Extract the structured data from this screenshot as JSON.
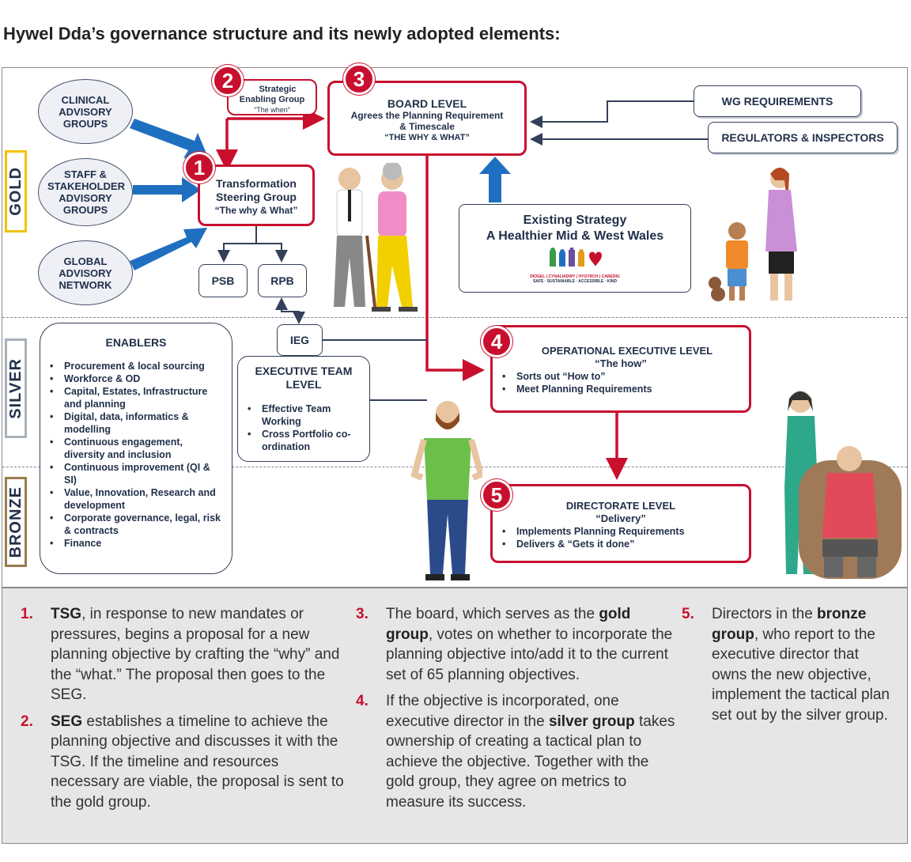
{
  "title": "Hywel Dda’s governance structure and its newly adopted elements:",
  "tiers": {
    "gold": "GOLD",
    "silver": "SILVER",
    "bronze": "BRONZE"
  },
  "colors": {
    "accent_red": "#c8102e",
    "arrow_blue": "#1f6fc0",
    "navy": "#22304a",
    "gold": "#f2c200",
    "silver": "#a9b2bc",
    "bronze": "#9a7d4e",
    "panel_gray": "#e6e6e6"
  },
  "advisory": {
    "clinical": "CLINICAL ADVISORY GROUPS",
    "staff": "STAFF & STAKEHOLDER ADVISORY GROUPS",
    "global": "GLOBAL ADVISORY NETWORK"
  },
  "seg": {
    "number": "2",
    "line1": "Strategic",
    "line2": "Enabling Group",
    "line3": "“The when”"
  },
  "board": {
    "number": "3",
    "line1": "BOARD LEVEL",
    "line2": "Agrees the Planning Requirement",
    "line3": "& Timescale",
    "line4": "“THE WHY & WHAT”"
  },
  "tsg": {
    "number": "1",
    "line1": "Transformation",
    "line2": "Steering Group",
    "line3": "“The why & What”"
  },
  "psb": "PSB",
  "rpb": "RPB",
  "ieg": "IEG",
  "wg": "WG REQUIREMENTS",
  "regulators": "REGULATORS & INSPECTORS",
  "strategy": {
    "line1": "Existing Strategy",
    "line2": "A Healthier Mid & West Wales",
    "logo_caption": "DIOGEL | CYNALIADWY | HYGYRCH | CAREDIG",
    "logo_caption2": "SAFE · SUSTAINABLE · ACCESSIBLE · KIND"
  },
  "enablers": {
    "title": "ENABLERS",
    "items": [
      "Procurement & local sourcing",
      "Workforce & OD",
      "Capital, Estates, Infrastructure and planning",
      "Digital, data, informatics & modelling",
      "Continuous engagement, diversity and inclusion",
      "Continuous improvement (QI & SI)",
      "Value, Innovation, Research and development",
      "Corporate governance, legal, risk & contracts",
      "Finance"
    ]
  },
  "exec": {
    "title": "EXECUTIVE TEAM LEVEL",
    "items": [
      "Effective Team Working",
      "Cross Portfolio co-ordination"
    ]
  },
  "operational": {
    "number": "4",
    "title": "OPERATIONAL EXECUTIVE LEVEL",
    "subtitle": "“The how”",
    "items": [
      "Sorts out “How to”",
      "Meet Planning Requirements"
    ]
  },
  "directorate": {
    "number": "5",
    "title": "DIRECTORATE LEVEL",
    "subtitle": "“Delivery”",
    "items": [
      "Implements Planning Requirements",
      "Delivers & “Gets it done”"
    ]
  },
  "notes": [
    {
      "num": "1.",
      "bold": "TSG",
      "text": ", in response to new mandates or pressures, begins a proposal for a new planning objective by crafting the “why” and the “what.” The proposal then goes to the SEG."
    },
    {
      "num": "2.",
      "bold": "SEG",
      "text": " establishes a timeline to achieve the planning objective and discusses it with the TSG. If the timeline and resources necessary are viable, the proposal is sent to the gold group."
    },
    {
      "num": "3.",
      "pre": "The board, which serves as the ",
      "bold": "gold group",
      "text": ", votes on whether to incorporate the planning objective into/add it to the current set of 65 planning objectives."
    },
    {
      "num": "4.",
      "pre": "If the objective is incorporated, one executive director in the ",
      "bold": "silver group",
      "text": " takes ownership of creating a tactical plan to achieve the objective. Together with the gold group, they agree on metrics to measure its success."
    },
    {
      "num": "5.",
      "pre": "Directors in the ",
      "bold": "bronze group",
      "text": ", who report to the executive director that owns the new objective, implement the tactical plan set out by the silver group."
    }
  ]
}
